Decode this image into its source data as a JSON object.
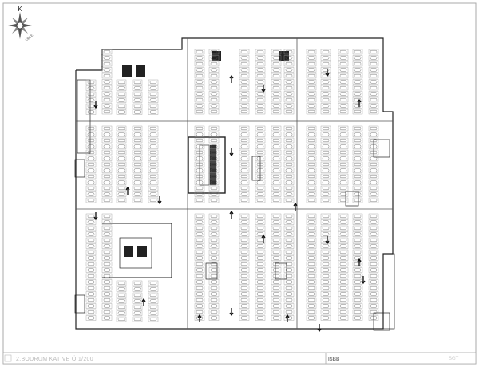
{
  "compass": {
    "north_label": "K",
    "qibla_label": "KIBLE"
  },
  "footer": {
    "title": "2.BODRUM KAT  VE Ö.1/200",
    "logo_text": "ISBB",
    "right_logo_text": "SGT"
  },
  "plan": {
    "type": "parking floor plan",
    "level": "2. Bodrum Kat",
    "scale": "1/200"
  }
}
